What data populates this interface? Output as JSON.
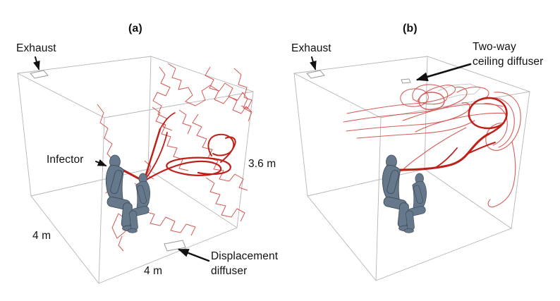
{
  "figure": {
    "type": "3d-room-airflow-comparison",
    "colors": {
      "background": "#ffffff",
      "box_edge": "#b5b5b5",
      "vent_edge": "#999999",
      "streamline": "#d0413c",
      "streamline_thick": "#bb150e",
      "streamline_faint": "#c9c9c9",
      "human": "#66788b",
      "arrow": "#111111",
      "label": "#111111"
    },
    "panel_a": {
      "title": "(a)",
      "labels": {
        "exhaust": "Exhaust",
        "infector": "Infector",
        "room_height": "3.6 m",
        "room_depth": "4 m",
        "room_width": "4 m",
        "supply_line1": "Displacement",
        "supply_line2": "diffuser"
      }
    },
    "panel_b": {
      "title": "(b)",
      "labels": {
        "exhaust": "Exhaust",
        "supply_line1": "Two-way",
        "supply_line2": "ceiling diffuser"
      }
    }
  }
}
